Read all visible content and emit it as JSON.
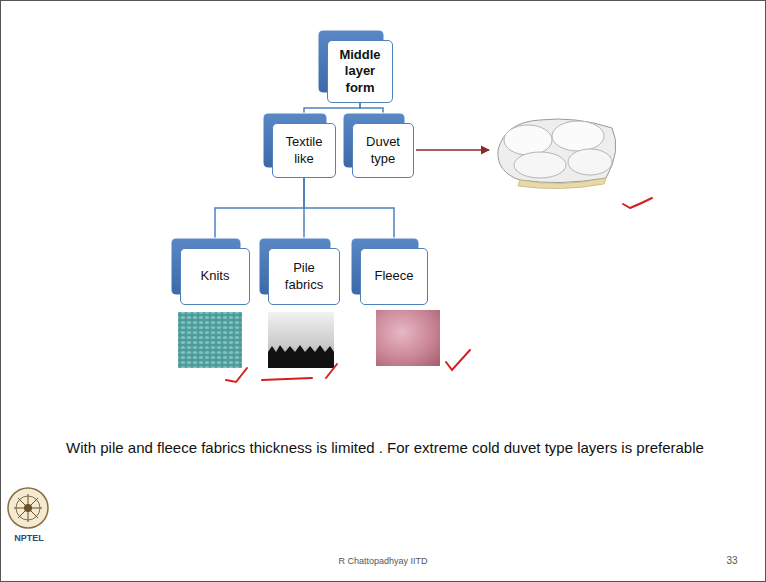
{
  "diagram": {
    "caption": "With pile and fleece fabrics thickness is limited . For extreme cold duvet type layers is preferable",
    "nodes": [
      {
        "text": [
          "Middle layer form"
        ]
      },
      {
        "text": [
          "Textile like"
        ]
      },
      {
        "text": [
          "Duvet type"
        ]
      },
      {
        "text": [
          "Knits"
        ]
      },
      {
        "text": [
          "Pile fabrics"
        ]
      },
      {
        "text": [
          "Fleece"
        ]
      }
    ],
    "edges": [
      {
        "from": 0,
        "to": 1,
        "arrow": "none"
      },
      {
        "from": 0,
        "to": 2,
        "arrow": "none"
      },
      {
        "from": 1,
        "to": 3,
        "arrow": "none"
      },
      {
        "from": 1,
        "to": 4,
        "arrow": "none"
      },
      {
        "from": 1,
        "to": 5,
        "arrow": "none"
      }
    ],
    "labels": [
      "NPTEL",
      "R Chattopadhyay IITD",
      "33"
    ]
  }
}
